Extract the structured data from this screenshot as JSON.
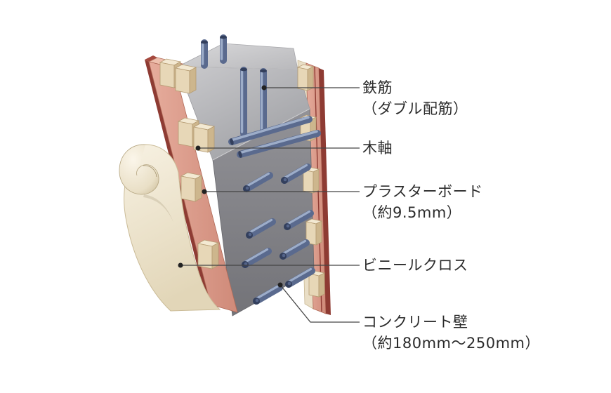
{
  "diagram": {
    "type": "wall-cross-section-cutaway",
    "labels": {
      "rebar": {
        "line1": "鉄筋",
        "line2": "（ダブル配筋）"
      },
      "wood_frame": {
        "line1": "木軸"
      },
      "plasterboard": {
        "line1": "プラスターボード",
        "line2": "（約9.5mm）"
      },
      "vinyl_cloth": {
        "line1": "ビニールクロス"
      },
      "concrete_wall": {
        "line1": "コンクリート壁",
        "line2": "（約180mm～250mm）"
      }
    },
    "parts": [
      "vertical-rebar-double",
      "horizontal-rebar",
      "rebar-stubs",
      "concrete-core",
      "wood-furring-strips",
      "plasterboard-panel",
      "vinyl-cloth-sheet-peeled",
      "far-side-finish-layers"
    ],
    "colors": {
      "background": "#ffffff",
      "concrete_top": "#c9c9cc",
      "concrete_face": "#85858a",
      "rebar_steel": "#5a6a8e",
      "rebar_highlight": "#9dadc9",
      "plasterboard_pink": "#dc9c8c",
      "board_edge_red": "#8e3b33",
      "wood_tan": "#e7d7b7",
      "vinyl_cream": "#f2ebd8",
      "leader_line": "#444444",
      "label_text": "#2b2b2b"
    }
  }
}
